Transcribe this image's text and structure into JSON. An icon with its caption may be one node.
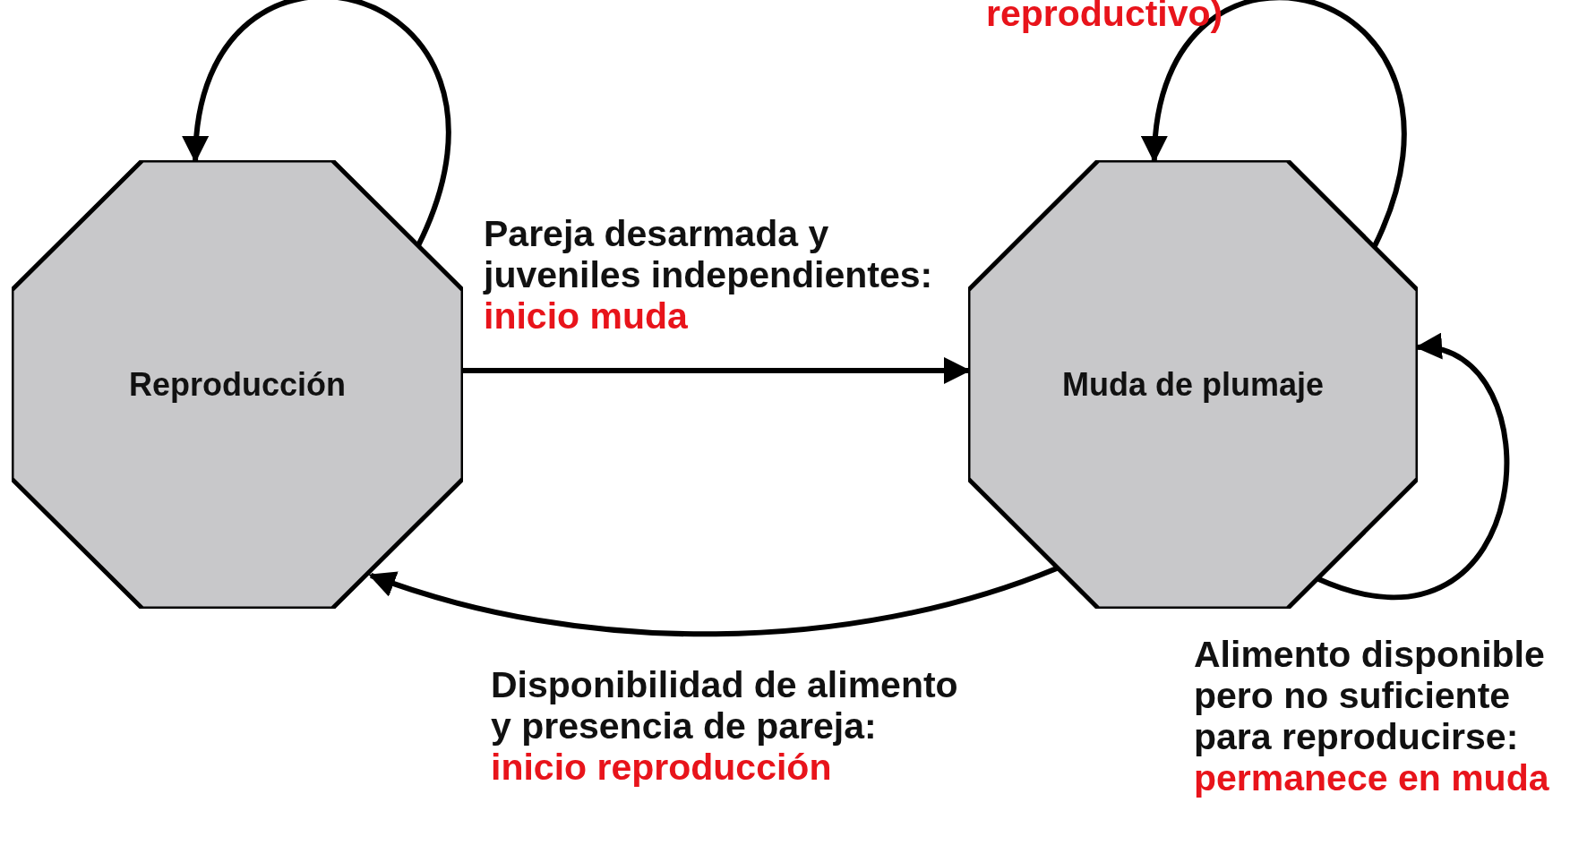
{
  "diagram": {
    "nodes": [
      {
        "text": [
          "Reproducción"
        ]
      },
      {
        "text": [
          "Muda de plumaje"
        ]
      }
    ],
    "edges": [
      {
        "from": 0,
        "to": 0,
        "arrow": "to"
      },
      {
        "from": 0,
        "to": 1,
        "arrow": "to",
        "label": "Pareja desarmada y juveniles independientes:"
      },
      {
        "from": 1,
        "to": 0,
        "arrow": "to",
        "label": "Disponibilidad de alimento y presencia de pareja:"
      },
      {
        "from": 1,
        "to": 1,
        "arrow": "to"
      },
      {
        "from": 1,
        "to": 1,
        "arrow": "to",
        "label": "Alimento disponible pero no suficiente para reproducirse:"
      }
    ],
    "labels": [
      "reproductivo)",
      "inicio muda",
      "inicio reproducción",
      "permanece en muda"
    ]
  }
}
